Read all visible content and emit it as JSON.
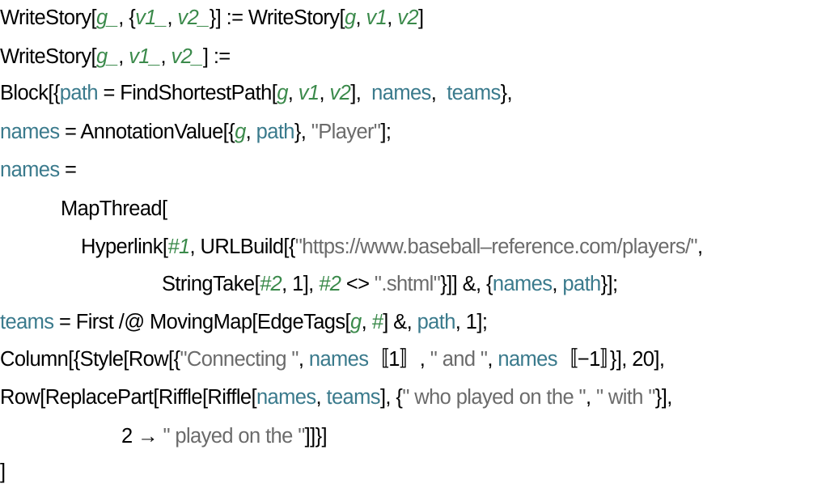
{
  "code_lines": [
    {
      "tokens": [
        [
          "WriteStory[",
          "k"
        ],
        [
          "g_",
          "v"
        ],
        [
          ", {",
          "k"
        ],
        [
          "v1_",
          "v"
        ],
        [
          ", ",
          "k"
        ],
        [
          "v2_",
          "v"
        ],
        [
          "}] := WriteStory[",
          "k"
        ],
        [
          "g",
          "v"
        ],
        [
          ", ",
          "k"
        ],
        [
          "v1",
          "v"
        ],
        [
          ", ",
          "k"
        ],
        [
          "v2",
          "v"
        ],
        [
          "]",
          "k"
        ]
      ]
    },
    {
      "tokens": [
        [
          "WriteStory[",
          "k"
        ],
        [
          "g_",
          "v"
        ],
        [
          ", ",
          "k"
        ],
        [
          "v1_",
          "v"
        ],
        [
          ", ",
          "k"
        ],
        [
          "v2_",
          "v"
        ],
        [
          "] :=",
          "k"
        ]
      ]
    },
    {
      "tokens": [
        [
          "Block[{",
          "k"
        ],
        [
          "path",
          "l"
        ],
        [
          " = FindShortestPath[",
          "k"
        ],
        [
          "g",
          "v"
        ],
        [
          ", ",
          "k"
        ],
        [
          "v1",
          "v"
        ],
        [
          ", ",
          "k"
        ],
        [
          "v2",
          "v"
        ],
        [
          "],  ",
          "k"
        ],
        [
          "names",
          "l"
        ],
        [
          ",  ",
          "k"
        ],
        [
          "teams",
          "l"
        ],
        [
          "},",
          "k"
        ]
      ]
    },
    {
      "tokens": [
        [
          "names",
          "l"
        ],
        [
          " = AnnotationValue[{",
          "k"
        ],
        [
          "g",
          "v"
        ],
        [
          ", ",
          "k"
        ],
        [
          "path",
          "l"
        ],
        [
          "}, ",
          "k"
        ],
        [
          "\"Player\"",
          "s"
        ],
        [
          "];",
          "k"
        ]
      ]
    },
    {
      "tokens": [
        [
          "names",
          "l"
        ],
        [
          " =",
          "k"
        ]
      ]
    },
    {
      "tokens": [
        [
          "MapThread[",
          "k"
        ]
      ]
    },
    {
      "tokens": [
        [
          "Hyperlink[",
          "k"
        ],
        [
          "#1",
          "v"
        ],
        [
          ", URLBuild[{",
          "k"
        ],
        [
          "\"https://www.baseball–reference.com/players/\"",
          "s"
        ],
        [
          ",",
          "k"
        ]
      ]
    },
    {
      "tokens": [
        [
          "StringTake[",
          "k"
        ],
        [
          "#2",
          "v"
        ],
        [
          ", 1], ",
          "k"
        ],
        [
          "#2",
          "v"
        ],
        [
          " <> ",
          "k"
        ],
        [
          "\".shtml\"",
          "s"
        ],
        [
          "}]] &, {",
          "k"
        ],
        [
          "names",
          "l"
        ],
        [
          ", ",
          "k"
        ],
        [
          "path",
          "l"
        ],
        [
          "}];",
          "k"
        ]
      ]
    },
    {
      "tokens": [
        [
          "teams",
          "l"
        ],
        [
          " = First /@ MovingMap[EdgeTags[",
          "k"
        ],
        [
          "g",
          "v"
        ],
        [
          ", ",
          "k"
        ],
        [
          "#",
          "v"
        ],
        [
          "] &, ",
          "k"
        ],
        [
          "path",
          "l"
        ],
        [
          ", 1];",
          "k"
        ]
      ]
    },
    {
      "tokens": [
        [
          "Column[{Style[Row[{",
          "k"
        ],
        [
          "\"Connecting \"",
          "s"
        ],
        [
          ", ",
          "k"
        ],
        [
          "names",
          "l"
        ],
        [
          "〚1〛, ",
          "k"
        ],
        [
          "\" and \"",
          "s"
        ],
        [
          ", ",
          "k"
        ],
        [
          "names",
          "l"
        ],
        [
          "〚−1〛}], 20],",
          "k"
        ]
      ]
    },
    {
      "tokens": [
        [
          "Row[ReplacePart[Riffle[Riffle[",
          "k"
        ],
        [
          "names",
          "l"
        ],
        [
          ", ",
          "k"
        ],
        [
          "teams",
          "l"
        ],
        [
          "], {",
          "k"
        ],
        [
          "\" who played on the \"",
          "s"
        ],
        [
          ", ",
          "k"
        ],
        [
          "\" with \"",
          "s"
        ],
        [
          "}],",
          "k"
        ]
      ]
    },
    {
      "tokens": [
        [
          "2 → ",
          "k"
        ],
        [
          "\" played on the \"",
          "s"
        ],
        [
          "]]}]",
          "k"
        ]
      ]
    },
    {
      "tokens": [
        [
          "]",
          "k"
        ]
      ]
    }
  ]
}
